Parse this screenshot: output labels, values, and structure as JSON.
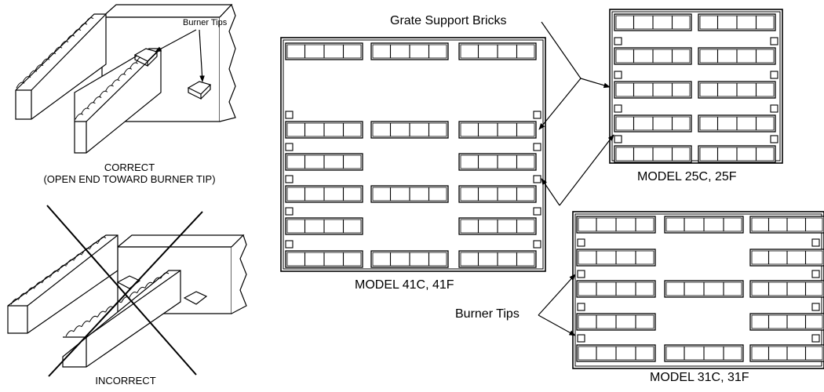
{
  "labels": {
    "grate_support_bricks": "Grate Support Bricks",
    "burner_tips_right": "Burner Tips",
    "burner_tips_inset": "Burner Tips",
    "correct_line1": "CORRECT",
    "correct_line2": "(OPEN END TOWARD BURNER TIP)",
    "incorrect": "INCORRECT",
    "model_41": "MODEL 41C, 41F",
    "model_25": "MODEL 25C, 25F",
    "model_31": "MODEL 31C, 31F"
  },
  "models": [
    {
      "id": "41",
      "label_key": "model_41",
      "rows": [
        "full",
        "full",
        "sides",
        "full",
        "sides",
        "full"
      ]
    },
    {
      "id": "25",
      "label_key": "model_25",
      "rows": [
        "full",
        "full",
        "full",
        "full",
        "full"
      ]
    },
    {
      "id": "31",
      "label_key": "model_31",
      "rows": [
        "full",
        "sides",
        "full",
        "sides",
        "full"
      ]
    }
  ],
  "colors": {
    "ink": "#000000",
    "paper": "#ffffff"
  }
}
